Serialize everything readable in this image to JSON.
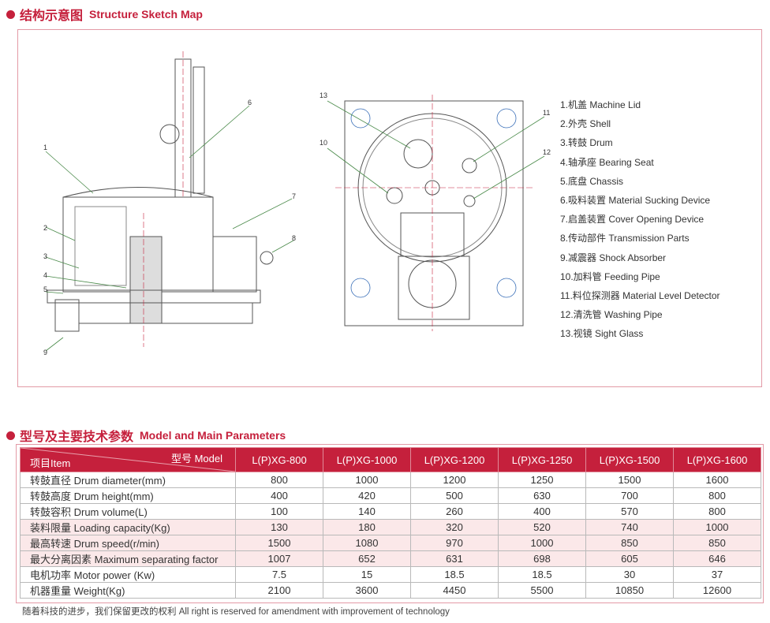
{
  "section1": {
    "title_cn": "结构示意图",
    "title_en": "Structure Sketch Map"
  },
  "legend": [
    "1.机盖 Machine Lid",
    "2.外壳 Shell",
    "3.转鼓 Drum",
    "4.轴承座 Bearing Seat",
    "5.底盘 Chassis",
    "6.吸料装置 Material Sucking Device",
    "7.启盖装置 Cover Opening Device",
    "8.传动部件 Transmission Parts",
    "9.减震器 Shock Absorber",
    "10.加料管 Feeding Pipe",
    "11.料位探测器 Material Level Detector",
    "12.清洗管 Washing Pipe",
    "13.视镜 Sight Glass"
  ],
  "callouts_left": [
    "1",
    "2",
    "3",
    "4",
    "5",
    "6",
    "7",
    "8",
    "9"
  ],
  "callouts_right": [
    "13",
    "10",
    "11",
    "12"
  ],
  "section2": {
    "title_cn": "型号及主要技术参数",
    "title_en": "Model and Main Parameters"
  },
  "table": {
    "header_model": "型号 Model",
    "header_item": "项目Item",
    "models": [
      "L(P)XG-800",
      "L(P)XG-1000",
      "L(P)XG-1200",
      "L(P)XG-1250",
      "L(P)XG-1500",
      "L(P)XG-1600"
    ],
    "rows": [
      {
        "label": "转鼓直径 Drum diameter(mm)",
        "values": [
          "800",
          "1000",
          "1200",
          "1250",
          "1500",
          "1600"
        ]
      },
      {
        "label": "转鼓高度 Drum height(mm)",
        "values": [
          "400",
          "420",
          "500",
          "630",
          "700",
          "800"
        ]
      },
      {
        "label": "转鼓容积 Drum volume(L)",
        "values": [
          "100",
          "140",
          "260",
          "400",
          "570",
          "800"
        ]
      },
      {
        "label": "装料限量 Loading capacity(Kg)",
        "values": [
          "130",
          "180",
          "320",
          "520",
          "740",
          "1000"
        ]
      },
      {
        "label": "最高转速  Drum speed(r/min)",
        "values": [
          "1500",
          "1080",
          "970",
          "1000",
          "850",
          "850"
        ]
      },
      {
        "label": "最大分离因素 Maximum separating factor",
        "values": [
          "1007",
          "652",
          "631",
          "698",
          "605",
          "646"
        ]
      },
      {
        "label": "电机功率 Motor power (Kw)",
        "values": [
          "7.5",
          "15",
          "18.5",
          "18.5",
          "30",
          "37"
        ]
      },
      {
        "label": "机器重量 Weight(Kg)",
        "values": [
          "2100",
          "3600",
          "4450",
          "5500",
          "10850",
          "12600"
        ]
      }
    ]
  },
  "footer": "随着科技的进步，我们保留更改的权利    All right is reserved for amendment with improvement of technology",
  "colors": {
    "accent": "#c5203c",
    "pink_row": "#fbe8e9"
  }
}
